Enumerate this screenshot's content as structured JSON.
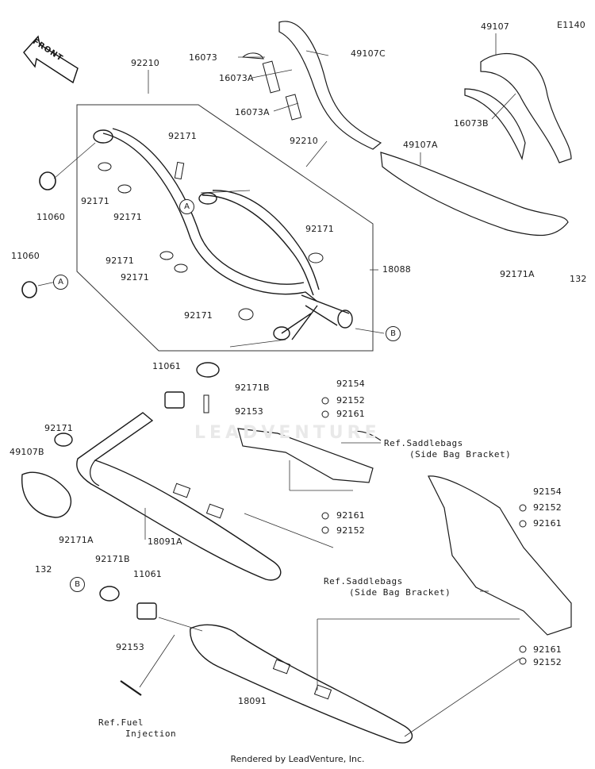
{
  "diagram_code": "E1140",
  "front_label": "FRONT",
  "watermark": "LEADVENTURE",
  "footer": "Rendered by LeadVenture, Inc.",
  "circle_refs": {
    "a": "A",
    "b": "B"
  },
  "parts": {
    "p92210_top": "92210",
    "p11060_top": "11060",
    "p92171_1": "92171",
    "p92171_2": "92171",
    "p92171_3": "92171",
    "p92171_4": "92171",
    "p92171_5": "92171",
    "p92171_6": "92171",
    "p92171_7": "92171",
    "p92210_mid": "92210",
    "p16073_1": "16073",
    "p16073A_1": "16073A",
    "p16073A_2": "16073A",
    "p49107C": "49107C",
    "p49107": "49107",
    "p16073B": "16073B",
    "p49107A": "49107A",
    "p92171A_r": "92171A",
    "p132_r": "132",
    "p18088": "18088",
    "p11060_left": "11060",
    "p11061_top": "11061",
    "p92171B_top": "92171B",
    "p92153_top": "92153",
    "p92154_1": "92154",
    "p92152_1": "92152",
    "p92161_1": "92161",
    "p92161_2": "92161",
    "p92152_2": "92152",
    "p92171_left": "92171",
    "p49107B": "49107B",
    "p92171A_l": "92171A",
    "p132_l": "132",
    "p18091A": "18091A",
    "p92154_2": "92154",
    "p92152_3": "92152",
    "p92161_3": "92161",
    "p92171B_bot": "92171B",
    "p11061_bot": "11061",
    "p92153_bot": "92153",
    "p92161_4": "92161",
    "p92152_4": "92152",
    "p18091": "18091"
  },
  "refs": {
    "saddle_1a": "Ref.Saddlebags",
    "saddle_1b": "(Side Bag Bracket)",
    "saddle_2a": "Ref.Saddlebags",
    "saddle_2b": "(Side Bag Bracket)",
    "fuel_a": "Ref.Fuel",
    "fuel_b": "Injection"
  }
}
